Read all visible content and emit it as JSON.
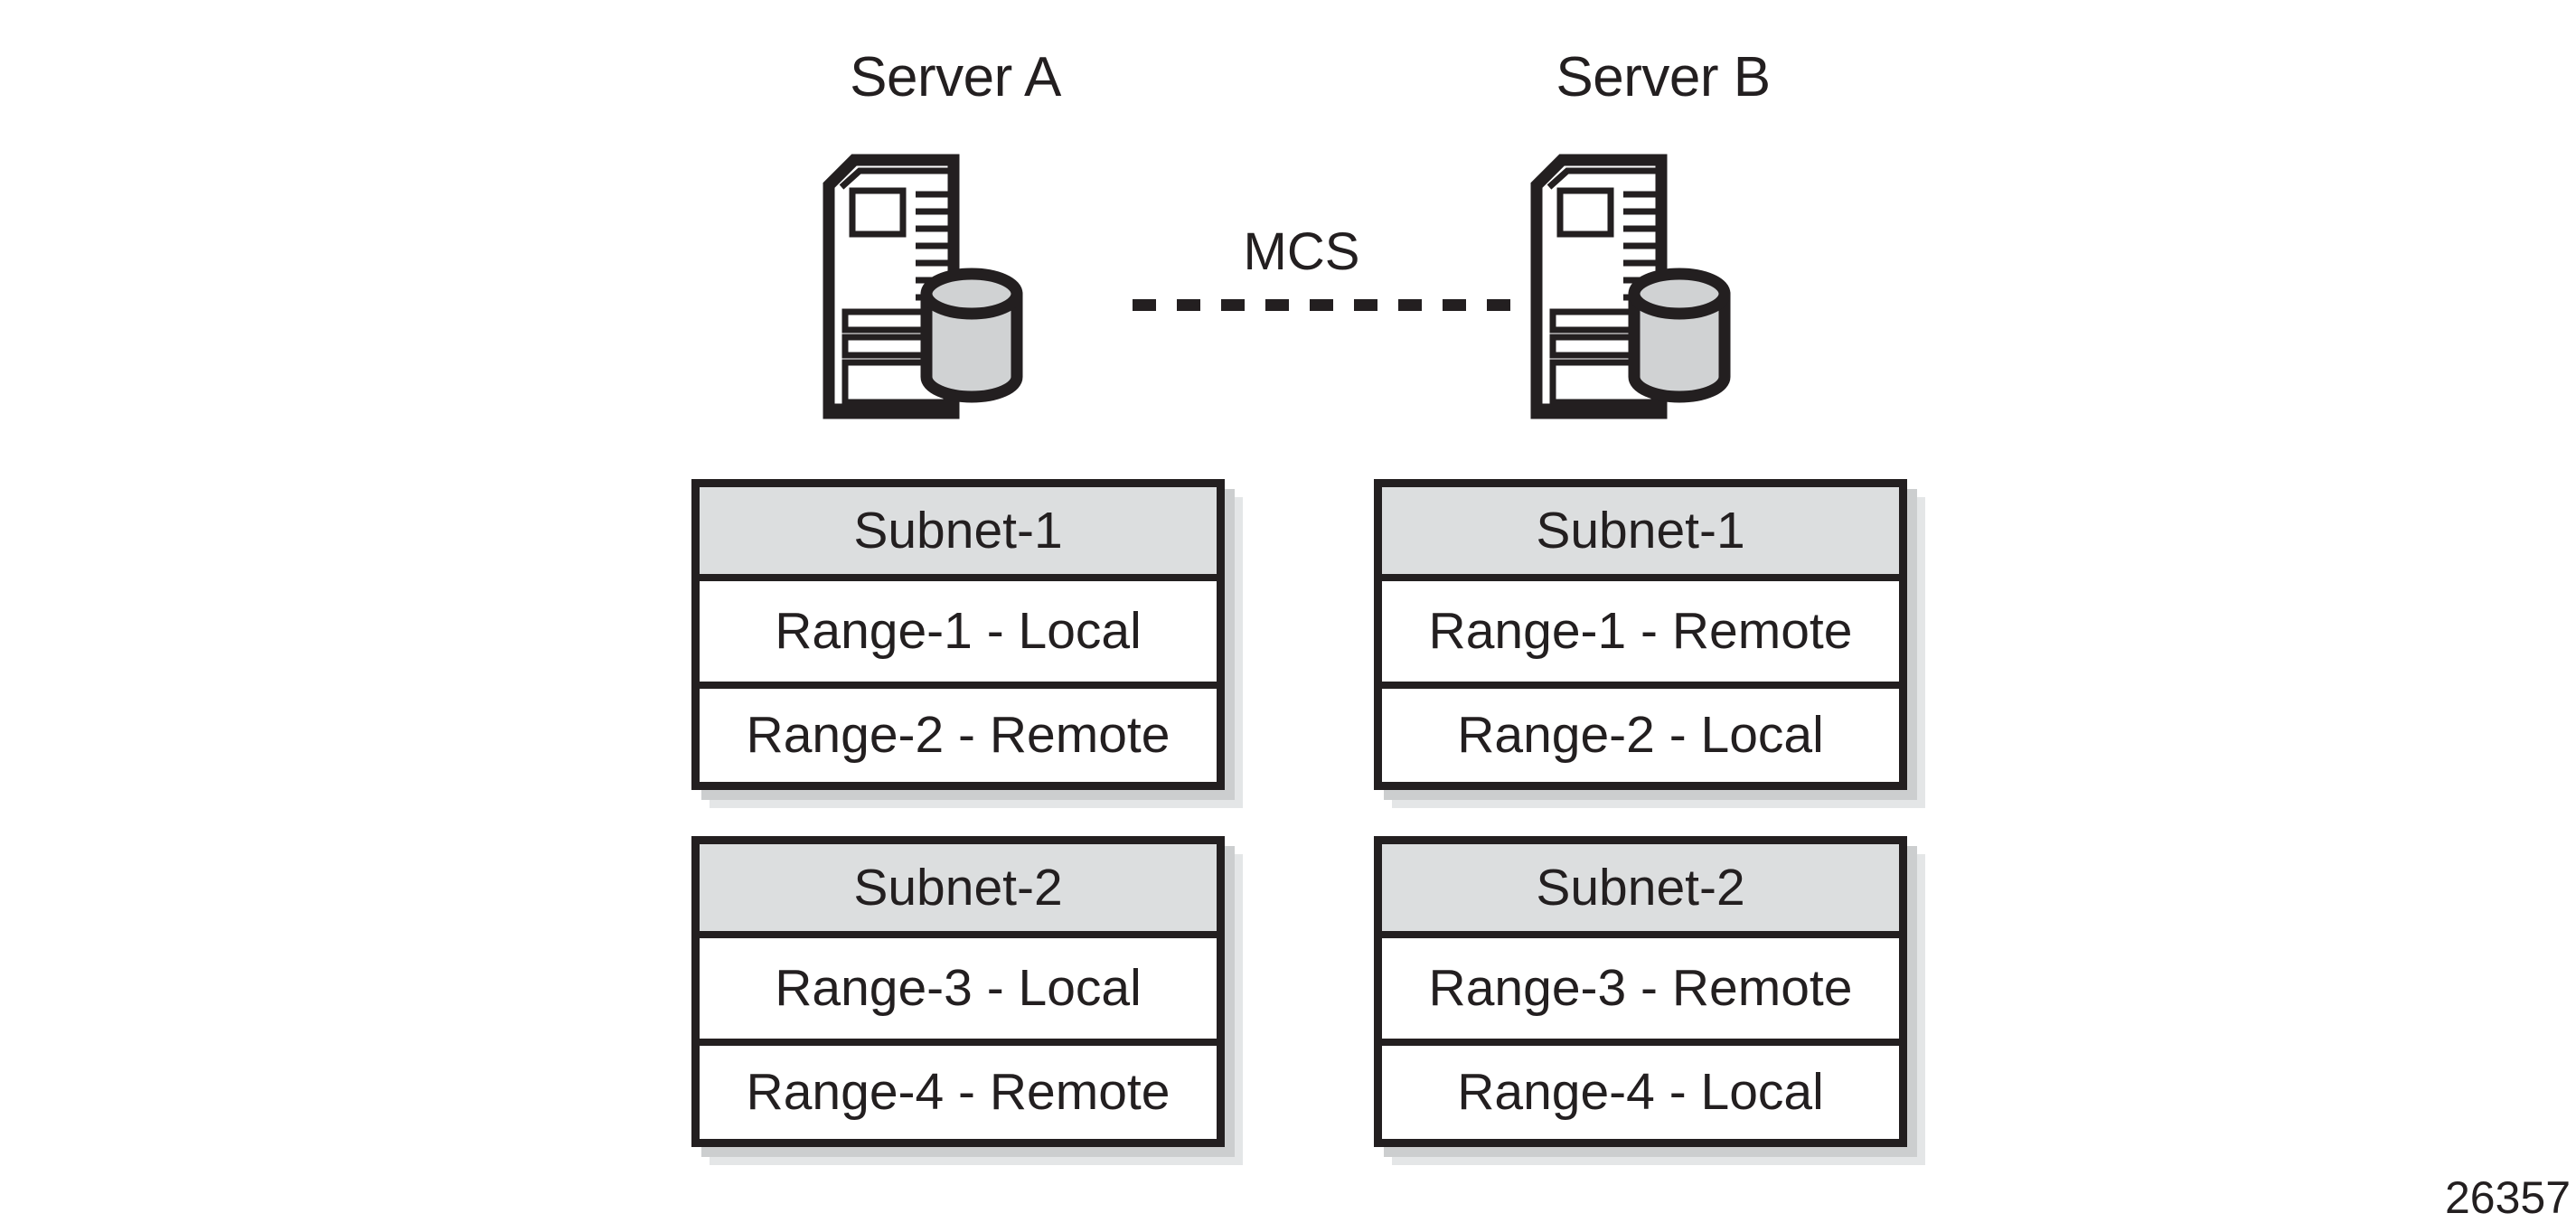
{
  "figure": {
    "number": "26357",
    "background_color": "#ffffff",
    "ink_color": "#231f20",
    "header_fill": "#dcdedf",
    "cylinder_fill": "#d0d2d3",
    "shadow_near": "#cccecf",
    "shadow_far": "#e4e6e7"
  },
  "link": {
    "label": "MCS",
    "style": "dashed"
  },
  "servers": [
    {
      "id": "server-a",
      "label": "Server A",
      "icon": "server-tower-with-database-icon",
      "tables": [
        {
          "id": "server-a-subnet-1",
          "header": "Subnet-1",
          "rows": [
            "Range-1 - Local",
            "Range-2 - Remote"
          ]
        },
        {
          "id": "server-a-subnet-2",
          "header": "Subnet-2",
          "rows": [
            "Range-3 - Local",
            "Range-4 - Remote"
          ]
        }
      ]
    },
    {
      "id": "server-b",
      "label": "Server B",
      "icon": "server-tower-with-database-icon",
      "tables": [
        {
          "id": "server-b-subnet-1",
          "header": "Subnet-1",
          "rows": [
            "Range-1 - Remote",
            "Range-2 - Local"
          ]
        },
        {
          "id": "server-b-subnet-2",
          "header": "Subnet-2",
          "rows": [
            "Range-3 - Remote",
            "Range-4 - Local"
          ]
        }
      ]
    }
  ]
}
